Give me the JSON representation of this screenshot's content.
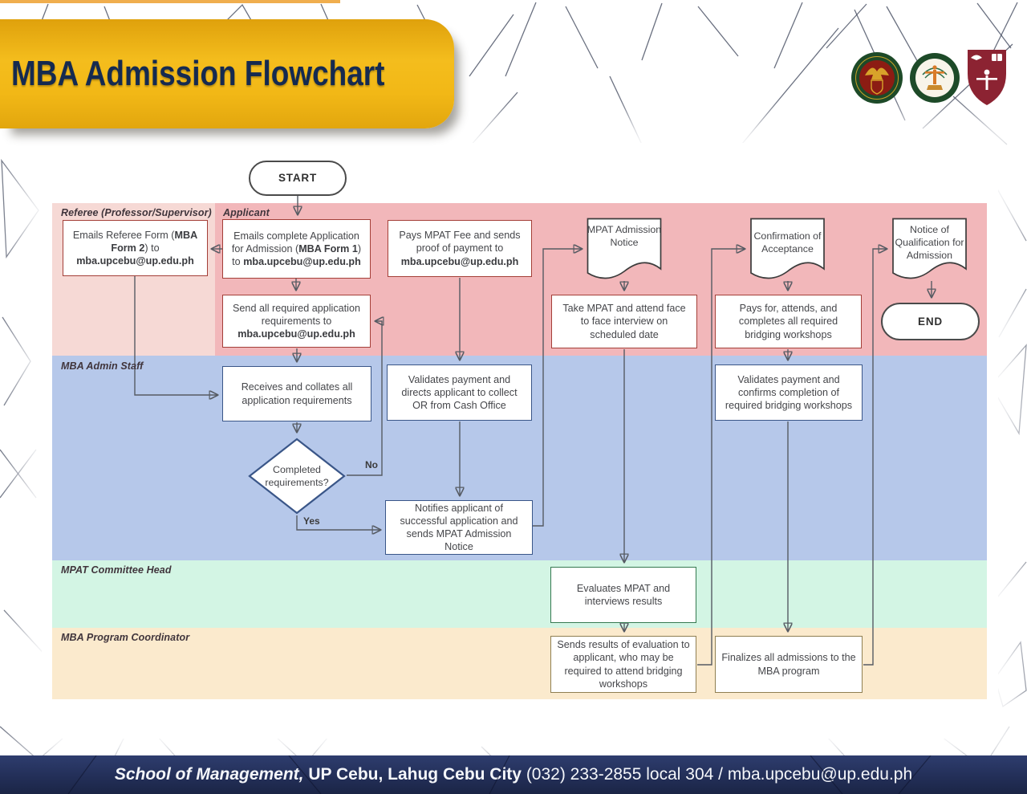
{
  "title": "MBA Admission Flowchart",
  "logos": {
    "up_system": "university-of-the-philippines-seal",
    "up_cebu": "up-cebu-seal",
    "som": "school-of-management-shield"
  },
  "lanes": {
    "referee": "Referee (Professor/Supervisor)",
    "applicant": "Applicant",
    "admin": "MBA Admin Staff",
    "mpat": "MPAT Committee Head",
    "coordinator": "MBA Program Coordinator"
  },
  "nodes": {
    "start": {
      "label": "START"
    },
    "end": {
      "label": "END"
    },
    "emails_referee": {
      "segments": [
        {
          "text": "Emails Referee Form ("
        },
        {
          "text": "MBA Form 2",
          "bold": true
        },
        {
          "text": ") to "
        },
        {
          "text": "mba.upcebu@up.edu.ph",
          "bold": true
        }
      ]
    },
    "emails_application": {
      "segments": [
        {
          "text": "Emails complete Application for Admission ("
        },
        {
          "text": "MBA Form 1",
          "bold": true
        },
        {
          "text": ") to "
        },
        {
          "text": "mba.upcebu@up.edu.ph",
          "bold": true
        }
      ]
    },
    "pays_mpat": {
      "segments": [
        {
          "text": "Pays MPAT Fee and sends proof of payment to "
        },
        {
          "text": "mba.upcebu@up.edu.ph",
          "bold": true
        }
      ]
    },
    "send_requirements": {
      "segments": [
        {
          "text": "Send all required application requirements to "
        },
        {
          "text": "mba.upcebu@up.edu.ph",
          "bold": true
        }
      ]
    },
    "mpat_notice": {
      "text": "MPAT Admission Notice"
    },
    "take_mpat": {
      "text": "Take MPAT and attend face to face interview on scheduled date"
    },
    "confirmation": {
      "text": "Confirmation of Acceptance"
    },
    "pays_workshops": {
      "text": "Pays for, attends, and completes all required bridging workshops"
    },
    "notice_qualification": {
      "text": "Notice of Qualification for Admission"
    },
    "receives_collates": {
      "text": "Receives and collates all application requirements"
    },
    "validates_or": {
      "text": "Validates payment and directs applicant to collect OR from Cash Office"
    },
    "validates_workshops": {
      "text": "Validates payment and confirms completion of required bridging workshops"
    },
    "completed_requirements": {
      "text": "Completed requirements?"
    },
    "notifies": {
      "text": "Notifies applicant of successful application and sends MPAT Admission Notice"
    },
    "evaluates": {
      "text": "Evaluates MPAT and interviews results"
    },
    "sends_results": {
      "text": "Sends results of evaluation to applicant, who may be required to attend bridging workshops"
    },
    "finalizes": {
      "text": "Finalizes all admissions to the MBA program"
    }
  },
  "edge_labels": {
    "no": "No",
    "yes": "Yes"
  },
  "footer": {
    "school": "School of Management,",
    "campus": " UP Cebu, Lahug Cebu City ",
    "contact": "(032) 233-2855 local 304 / mba.upcebu@up.edu.ph"
  },
  "colors": {
    "banner_gold": "#f2b816",
    "title_navy": "#152a50",
    "footer_navy": "#232f58",
    "lane_referee": "#f6d9d5",
    "lane_applicant": "#f2b7ba",
    "lane_admin": "#b6c8ea",
    "lane_mpat": "#d3f5e4",
    "lane_coordinator": "#fbeacd",
    "border_red": "#a43f38",
    "border_navy": "#3a5688",
    "border_green": "#357950",
    "border_tan": "#8f7f52",
    "line": "#565b63"
  }
}
